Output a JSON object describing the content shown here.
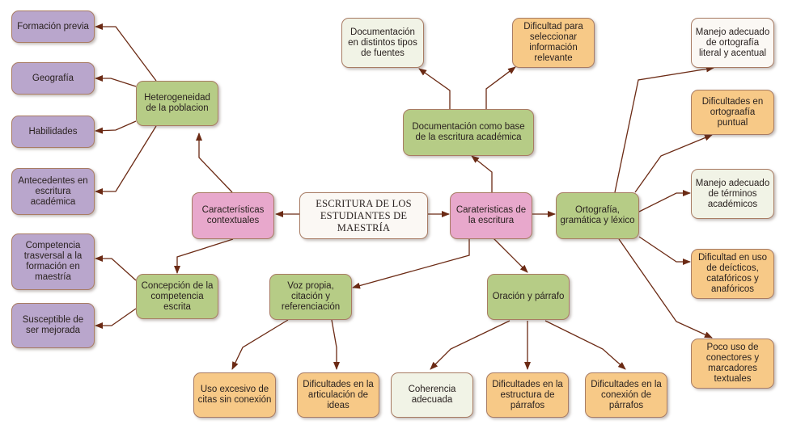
{
  "title": "ESCRITURA DE LOS ESTUDIANTES DE MAESTRÍA",
  "colors": {
    "edge": "#6b2a14",
    "purple": "#b9a6cc",
    "green": "#b6cc86",
    "orange": "#f7c987",
    "pink": "#e8a8cc",
    "cream": "#f1f3e6",
    "border": "#a87c64"
  },
  "nodes": {
    "root": {
      "label": "ESCRITURA DE LOS ESTUDIANTES DE MAESTRÍA"
    },
    "contextuales": {
      "label": "Características contextuales"
    },
    "escritura": {
      "label": "Carateristicas de la escritura"
    },
    "heterogeneidad": {
      "label": "Heterogeneidad de la poblacion"
    },
    "formacion": {
      "label": "Formación previa"
    },
    "geografia": {
      "label": "Geografía"
    },
    "habilidades": {
      "label": "Habilidades"
    },
    "antecedentes": {
      "label": "Antecedentes en escritura académica"
    },
    "concepcion": {
      "label": "Concepción de la competencia escrita"
    },
    "competencia": {
      "label": "Competencia trasversal a la formación en maestría"
    },
    "susceptible": {
      "label": "Susceptible de ser mejorada"
    },
    "documentacion": {
      "label": "Documentación como base de la escritura académica"
    },
    "doc_fuentes": {
      "label": "Documentación en distintos tipos de fuentes"
    },
    "dificultad_sel": {
      "label": "Dificultad para seleccionar información relevante"
    },
    "ortografia": {
      "label": "Ortografía, gramática y léxico"
    },
    "manejo_orto": {
      "label": "Manejo adecuado de ortografía literal y acentual"
    },
    "dif_orto": {
      "label": "Dificultades en ortograafía puntual"
    },
    "manejo_term": {
      "label": "Manejo adecuado de términos académicos"
    },
    "dif_deicticos": {
      "label": "Dificultad en uso de deícticos, catafóricos y anafóricos"
    },
    "poco_uso": {
      "label": "Poco uso de conectores y marcadores textuales"
    },
    "voz": {
      "label": "Voz propia, citación y referenciación"
    },
    "uso_excesivo": {
      "label": "Uso excesivo de citas sin conexión"
    },
    "dif_articulacion": {
      "label": "Dificultades en la articulación de ideas"
    },
    "oracion": {
      "label": "Oración y párrafo"
    },
    "coherencia": {
      "label": "Coherencia adecuada"
    },
    "dif_estructura": {
      "label": "Dificultades en la estructura de párrafos"
    },
    "dif_conexion": {
      "label": "Dificultades en la conexión de párrafos"
    }
  }
}
